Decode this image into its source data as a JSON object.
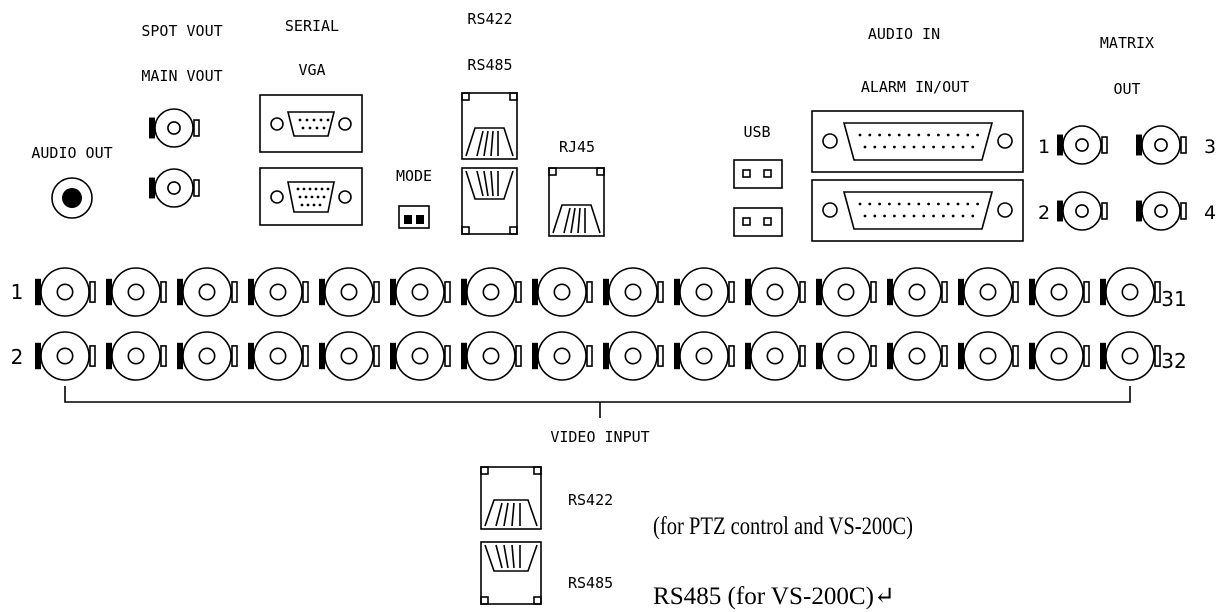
{
  "labels": {
    "spot_vout": "SPOT VOUT",
    "main_vout": "MAIN VOUT",
    "audio_out": "AUDIO OUT",
    "serial": "SERIAL",
    "vga": "VGA",
    "mode": "MODE",
    "rs422": "RS422",
    "rs485": "RS485",
    "rj45": "RJ45",
    "usb": "USB",
    "audio_in": "AUDIO IN",
    "alarm_in_out": "ALARM IN/OUT",
    "matrix": "MATRIX",
    "out": "OUT",
    "video_input": "VIDEO INPUT"
  },
  "matrix_numbers": [
    "1",
    "3",
    "2",
    "4"
  ],
  "video_row_numbers": {
    "row1_left": "1",
    "row1_right": "31",
    "row2_left": "2",
    "row2_right": "32"
  },
  "video_input_count_per_row": 16,
  "legend": [
    {
      "port": "RS422",
      "desc": "(for PTZ control and VS-200C)"
    },
    {
      "port": "RS485",
      "desc": "RS485 (for VS-200C)↵"
    }
  ]
}
